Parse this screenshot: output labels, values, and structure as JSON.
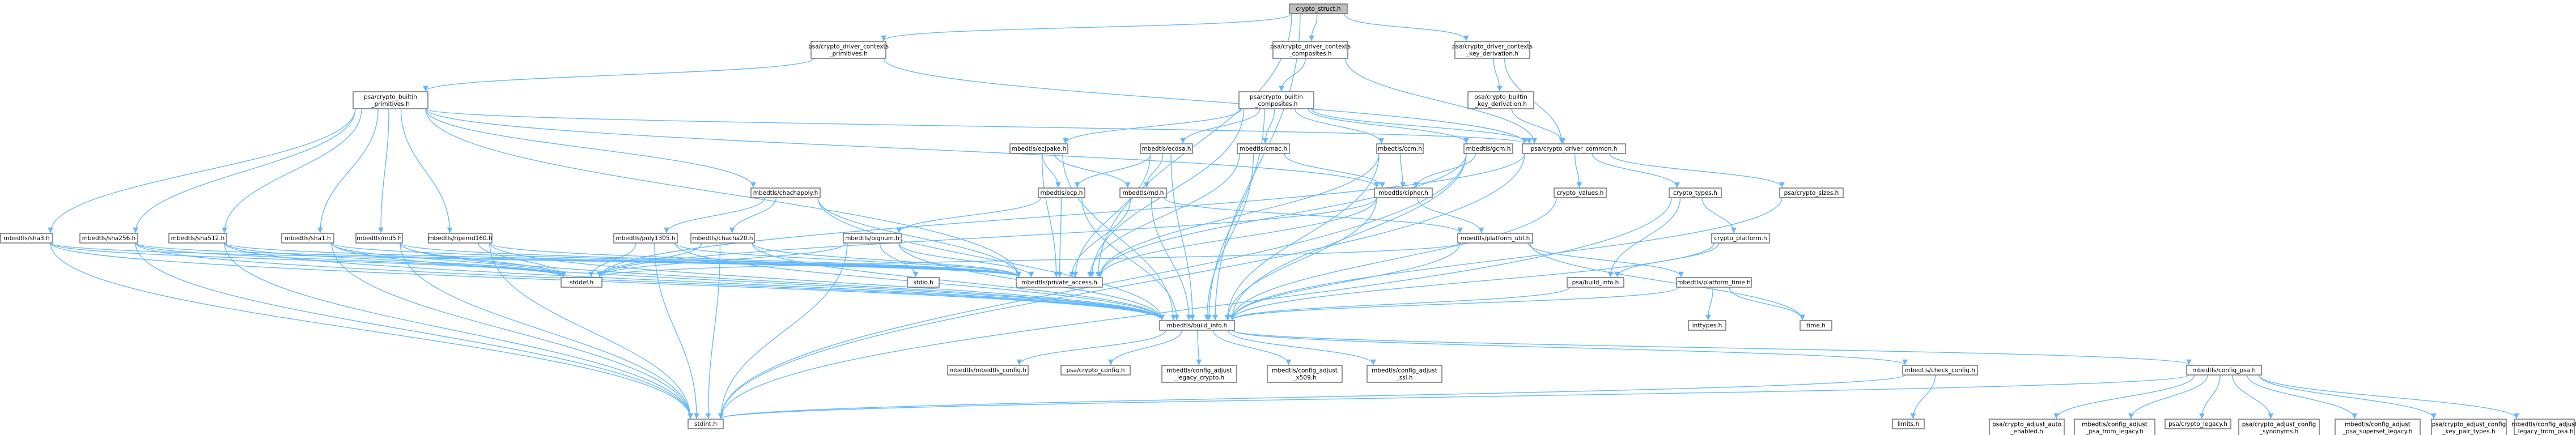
{
  "title": "crypto_struct.h",
  "colors": {
    "edge": "#63b8ff",
    "node_fill": "#ffffff",
    "node_border": "#666666",
    "root_fill": "#bfbfbf",
    "system_border": "#bfbfbf",
    "text": "#000000"
  },
  "nodes": [
    {
      "id": "crypto_struct",
      "lines": [
        "crypto_struct.h"
      ],
      "kind": "root"
    },
    {
      "id": "ctx_primitives",
      "lines": [
        "psa/crypto_driver_contexts",
        "_primitives.h"
      ],
      "kind": "local"
    },
    {
      "id": "ctx_composites",
      "lines": [
        "psa/crypto_driver_contexts",
        "_composites.h"
      ],
      "kind": "local"
    },
    {
      "id": "ctx_keyderiv",
      "lines": [
        "psa/crypto_driver_contexts",
        "_key_derivation.h"
      ],
      "kind": "local"
    },
    {
      "id": "builtin_primitives",
      "lines": [
        "psa/crypto_builtin",
        "_primitives.h"
      ],
      "kind": "local"
    },
    {
      "id": "builtin_composites",
      "lines": [
        "psa/crypto_builtin",
        "_composites.h"
      ],
      "kind": "local"
    },
    {
      "id": "builtin_keyderiv",
      "lines": [
        "psa/crypto_builtin",
        "_key_derivation.h"
      ],
      "kind": "local"
    },
    {
      "id": "driver_common",
      "lines": [
        "psa/crypto_driver_common.h"
      ],
      "kind": "local"
    },
    {
      "id": "ecjpake",
      "lines": [
        "mbedtls/ecjpake.h"
      ],
      "kind": "local"
    },
    {
      "id": "ecdsa",
      "lines": [
        "mbedtls/ecdsa.h"
      ],
      "kind": "local"
    },
    {
      "id": "cmac",
      "lines": [
        "mbedtls/cmac.h"
      ],
      "kind": "local"
    },
    {
      "id": "ccm",
      "lines": [
        "mbedtls/ccm.h"
      ],
      "kind": "local"
    },
    {
      "id": "gcm",
      "lines": [
        "mbedtls/gcm.h"
      ],
      "kind": "local"
    },
    {
      "id": "chachapoly",
      "lines": [
        "mbedtls/chachapoly.h"
      ],
      "kind": "local"
    },
    {
      "id": "ecp",
      "lines": [
        "mbedtls/ecp.h"
      ],
      "kind": "local"
    },
    {
      "id": "md",
      "lines": [
        "mbedtls/md.h"
      ],
      "kind": "local"
    },
    {
      "id": "cipher",
      "lines": [
        "mbedtls/cipher.h"
      ],
      "kind": "local"
    },
    {
      "id": "crypto_values",
      "lines": [
        "crypto_values.h"
      ],
      "kind": "local"
    },
    {
      "id": "crypto_types",
      "lines": [
        "crypto_types.h"
      ],
      "kind": "local"
    },
    {
      "id": "crypto_sizes",
      "lines": [
        "psa/crypto_sizes.h"
      ],
      "kind": "local"
    },
    {
      "id": "sha3",
      "lines": [
        "mbedtls/sha3.h"
      ],
      "kind": "local"
    },
    {
      "id": "sha256",
      "lines": [
        "mbedtls/sha256.h"
      ],
      "kind": "local"
    },
    {
      "id": "sha512",
      "lines": [
        "mbedtls/sha512.h"
      ],
      "kind": "local"
    },
    {
      "id": "sha1",
      "lines": [
        "mbedtls/sha1.h"
      ],
      "kind": "local"
    },
    {
      "id": "md5",
      "lines": [
        "mbedtls/md5.h"
      ],
      "kind": "local"
    },
    {
      "id": "ripemd160",
      "lines": [
        "mbedtls/ripemd160.h"
      ],
      "kind": "local"
    },
    {
      "id": "poly1305",
      "lines": [
        "mbedtls/poly1305.h"
      ],
      "kind": "local"
    },
    {
      "id": "chacha20",
      "lines": [
        "mbedtls/chacha20.h"
      ],
      "kind": "local"
    },
    {
      "id": "bignum",
      "lines": [
        "mbedtls/bignum.h"
      ],
      "kind": "local"
    },
    {
      "id": "platform_util",
      "lines": [
        "mbedtls/platform_util.h"
      ],
      "kind": "local"
    },
    {
      "id": "crypto_platform",
      "lines": [
        "crypto_platform.h"
      ],
      "kind": "local"
    },
    {
      "id": "stddef",
      "lines": [
        "stddef.h"
      ],
      "kind": "system"
    },
    {
      "id": "stdio",
      "lines": [
        "stdio.h"
      ],
      "kind": "system"
    },
    {
      "id": "private_access",
      "lines": [
        "mbedtls/private_access.h"
      ],
      "kind": "local"
    },
    {
      "id": "psa_build_info",
      "lines": [
        "psa/build_info.h"
      ],
      "kind": "local"
    },
    {
      "id": "platform_time",
      "lines": [
        "mbedtls/platform_time.h"
      ],
      "kind": "local"
    },
    {
      "id": "inttypes",
      "lines": [
        "inttypes.h"
      ],
      "kind": "system"
    },
    {
      "id": "time",
      "lines": [
        "time.h"
      ],
      "kind": "system"
    },
    {
      "id": "build_info",
      "lines": [
        "mbedtls/build_info.h"
      ],
      "kind": "local"
    },
    {
      "id": "mbedtls_config",
      "lines": [
        "mbedtls/mbedtls_config.h"
      ],
      "kind": "local"
    },
    {
      "id": "psa_crypto_config",
      "lines": [
        "psa/crypto_config.h"
      ],
      "kind": "local"
    },
    {
      "id": "cfg_legacy_crypto",
      "lines": [
        "mbedtls/config_adjust",
        "_legacy_crypto.h"
      ],
      "kind": "local"
    },
    {
      "id": "cfg_x509",
      "lines": [
        "mbedtls/config_adjust",
        "_x509.h"
      ],
      "kind": "local"
    },
    {
      "id": "cfg_ssl",
      "lines": [
        "mbedtls/config_adjust",
        "_ssl.h"
      ],
      "kind": "local"
    },
    {
      "id": "check_config",
      "lines": [
        "mbedtls/check_config.h"
      ],
      "kind": "local"
    },
    {
      "id": "config_psa",
      "lines": [
        "mbedtls/config_psa.h"
      ],
      "kind": "local"
    },
    {
      "id": "stdint",
      "lines": [
        "stdint.h"
      ],
      "kind": "system"
    },
    {
      "id": "limits",
      "lines": [
        "limits.h"
      ],
      "kind": "system"
    },
    {
      "id": "psa_cfg_auto",
      "lines": [
        "psa/crypto_adjust_auto",
        "_enabled.h"
      ],
      "kind": "local"
    },
    {
      "id": "cfg_psa_from_legacy",
      "lines": [
        "mbedtls/config_adjust",
        "_psa_from_legacy.h"
      ],
      "kind": "local"
    },
    {
      "id": "psa_crypto_legacy",
      "lines": [
        "psa/crypto_legacy.h"
      ],
      "kind": "local"
    },
    {
      "id": "psa_cfg_synonyms",
      "lines": [
        "psa/crypto_adjust_config",
        "_synonyms.h"
      ],
      "kind": "local"
    },
    {
      "id": "cfg_psa_superset",
      "lines": [
        "mbedtls/config_adjust",
        "_psa_superset_legacy.h"
      ],
      "kind": "local"
    },
    {
      "id": "psa_cfg_keypair",
      "lines": [
        "psa/crypto_adjust_config",
        "_key_pair_types.h"
      ],
      "kind": "local"
    },
    {
      "id": "cfg_legacy_from_psa",
      "lines": [
        "mbedtls/config_adjust",
        "_legacy_from_psa.h"
      ],
      "kind": "local"
    }
  ],
  "edges": [
    [
      "crypto_struct",
      "ctx_primitives"
    ],
    [
      "crypto_struct",
      "ctx_composites"
    ],
    [
      "crypto_struct",
      "ctx_keyderiv"
    ],
    [
      "crypto_struct",
      "private_access"
    ],
    [
      "crypto_struct",
      "build_info"
    ],
    [
      "ctx_primitives",
      "builtin_primitives"
    ],
    [
      "ctx_primitives",
      "driver_common"
    ],
    [
      "ctx_composites",
      "builtin_composites"
    ],
    [
      "ctx_composites",
      "driver_common"
    ],
    [
      "ctx_keyderiv",
      "builtin_keyderiv"
    ],
    [
      "ctx_keyderiv",
      "driver_common"
    ],
    [
      "builtin_keyderiv",
      "driver_common"
    ],
    [
      "builtin_primitives",
      "driver_common"
    ],
    [
      "builtin_primitives",
      "sha3"
    ],
    [
      "builtin_primitives",
      "sha256"
    ],
    [
      "builtin_primitives",
      "sha512"
    ],
    [
      "builtin_primitives",
      "sha1"
    ],
    [
      "builtin_primitives",
      "md5"
    ],
    [
      "builtin_primitives",
      "ripemd160"
    ],
    [
      "builtin_primitives",
      "chachapoly"
    ],
    [
      "builtin_primitives",
      "cipher"
    ],
    [
      "builtin_primitives",
      "private_access"
    ],
    [
      "builtin_composites",
      "driver_common"
    ],
    [
      "builtin_composites",
      "ecjpake"
    ],
    [
      "builtin_composites",
      "ecdsa"
    ],
    [
      "builtin_composites",
      "cmac"
    ],
    [
      "builtin_composites",
      "ccm"
    ],
    [
      "builtin_composites",
      "gcm"
    ],
    [
      "builtin_composites",
      "private_access"
    ],
    [
      "builtin_composites",
      "build_info"
    ],
    [
      "driver_common",
      "stddef"
    ],
    [
      "driver_common",
      "crypto_values"
    ],
    [
      "driver_common",
      "crypto_types"
    ],
    [
      "driver_common",
      "crypto_sizes"
    ],
    [
      "driver_common",
      "stdint"
    ],
    [
      "ecjpake",
      "ecp"
    ],
    [
      "ecjpake",
      "md"
    ],
    [
      "ecjpake",
      "private_access"
    ],
    [
      "ecjpake",
      "build_info"
    ],
    [
      "ecdsa",
      "ecp"
    ],
    [
      "ecdsa",
      "md"
    ],
    [
      "ecdsa",
      "private_access"
    ],
    [
      "ecdsa",
      "build_info"
    ],
    [
      "cmac",
      "cipher"
    ],
    [
      "cmac",
      "private_access"
    ],
    [
      "cmac",
      "build_info"
    ],
    [
      "ccm",
      "cipher"
    ],
    [
      "ccm",
      "private_access"
    ],
    [
      "ccm",
      "build_info"
    ],
    [
      "gcm",
      "cipher"
    ],
    [
      "gcm",
      "private_access"
    ],
    [
      "gcm",
      "build_info"
    ],
    [
      "gcm",
      "stdint"
    ],
    [
      "chachapoly",
      "poly1305"
    ],
    [
      "chachapoly",
      "chacha20"
    ],
    [
      "chachapoly",
      "private_access"
    ],
    [
      "chachapoly",
      "build_info"
    ],
    [
      "ecp",
      "bignum"
    ],
    [
      "ecp",
      "private_access"
    ],
    [
      "ecp",
      "build_info"
    ],
    [
      "md",
      "platform_util"
    ],
    [
      "md",
      "private_access"
    ],
    [
      "md",
      "build_info"
    ],
    [
      "cipher",
      "platform_util"
    ],
    [
      "cipher",
      "stddef"
    ],
    [
      "cipher",
      "private_access"
    ],
    [
      "cipher",
      "build_info"
    ],
    [
      "crypto_values",
      "build_info"
    ],
    [
      "crypto_types",
      "crypto_platform"
    ],
    [
      "crypto_types",
      "psa_build_info"
    ],
    [
      "crypto_types",
      "stdint"
    ],
    [
      "crypto_sizes",
      "build_info"
    ],
    [
      "sha3",
      "stddef"
    ],
    [
      "sha3",
      "stdint"
    ],
    [
      "sha3",
      "private_access"
    ],
    [
      "sha3",
      "build_info"
    ],
    [
      "sha256",
      "stddef"
    ],
    [
      "sha256",
      "stdint"
    ],
    [
      "sha256",
      "private_access"
    ],
    [
      "sha256",
      "build_info"
    ],
    [
      "sha512",
      "stddef"
    ],
    [
      "sha512",
      "stdint"
    ],
    [
      "sha512",
      "private_access"
    ],
    [
      "sha512",
      "build_info"
    ],
    [
      "sha1",
      "stddef"
    ],
    [
      "sha1",
      "stdint"
    ],
    [
      "sha1",
      "private_access"
    ],
    [
      "sha1",
      "build_info"
    ],
    [
      "md5",
      "stddef"
    ],
    [
      "md5",
      "stdint"
    ],
    [
      "md5",
      "private_access"
    ],
    [
      "md5",
      "build_info"
    ],
    [
      "ripemd160",
      "stddef"
    ],
    [
      "ripemd160",
      "stdint"
    ],
    [
      "ripemd160",
      "private_access"
    ],
    [
      "ripemd160",
      "build_info"
    ],
    [
      "poly1305",
      "stddef"
    ],
    [
      "poly1305",
      "stdint"
    ],
    [
      "poly1305",
      "private_access"
    ],
    [
      "poly1305",
      "build_info"
    ],
    [
      "chacha20",
      "stddef"
    ],
    [
      "chacha20",
      "stdint"
    ],
    [
      "chacha20",
      "private_access"
    ],
    [
      "chacha20",
      "build_info"
    ],
    [
      "bignum",
      "stddef"
    ],
    [
      "bignum",
      "stdio"
    ],
    [
      "bignum",
      "stdint"
    ],
    [
      "bignum",
      "private_access"
    ],
    [
      "bignum",
      "build_info"
    ],
    [
      "platform_util",
      "platform_time"
    ],
    [
      "platform_util",
      "time"
    ],
    [
      "platform_util",
      "stddef"
    ],
    [
      "platform_util",
      "build_info"
    ],
    [
      "crypto_platform",
      "psa_build_info"
    ],
    [
      "crypto_platform",
      "build_info"
    ],
    [
      "psa_build_info",
      "build_info"
    ],
    [
      "platform_time",
      "inttypes"
    ],
    [
      "platform_time",
      "time"
    ],
    [
      "platform_time",
      "build_info"
    ],
    [
      "build_info",
      "mbedtls_config"
    ],
    [
      "build_info",
      "psa_crypto_config"
    ],
    [
      "build_info",
      "cfg_legacy_crypto"
    ],
    [
      "build_info",
      "cfg_x509"
    ],
    [
      "build_info",
      "cfg_ssl"
    ],
    [
      "build_info",
      "check_config"
    ],
    [
      "build_info",
      "config_psa"
    ],
    [
      "check_config",
      "limits"
    ],
    [
      "check_config",
      "stdint"
    ],
    [
      "config_psa",
      "psa_cfg_auto"
    ],
    [
      "config_psa",
      "cfg_psa_from_legacy"
    ],
    [
      "config_psa",
      "psa_crypto_legacy"
    ],
    [
      "config_psa",
      "psa_cfg_synonyms"
    ],
    [
      "config_psa",
      "cfg_psa_superset"
    ],
    [
      "config_psa",
      "psa_cfg_keypair"
    ],
    [
      "config_psa",
      "cfg_legacy_from_psa"
    ],
    [
      "config_psa",
      "stdint"
    ]
  ]
}
